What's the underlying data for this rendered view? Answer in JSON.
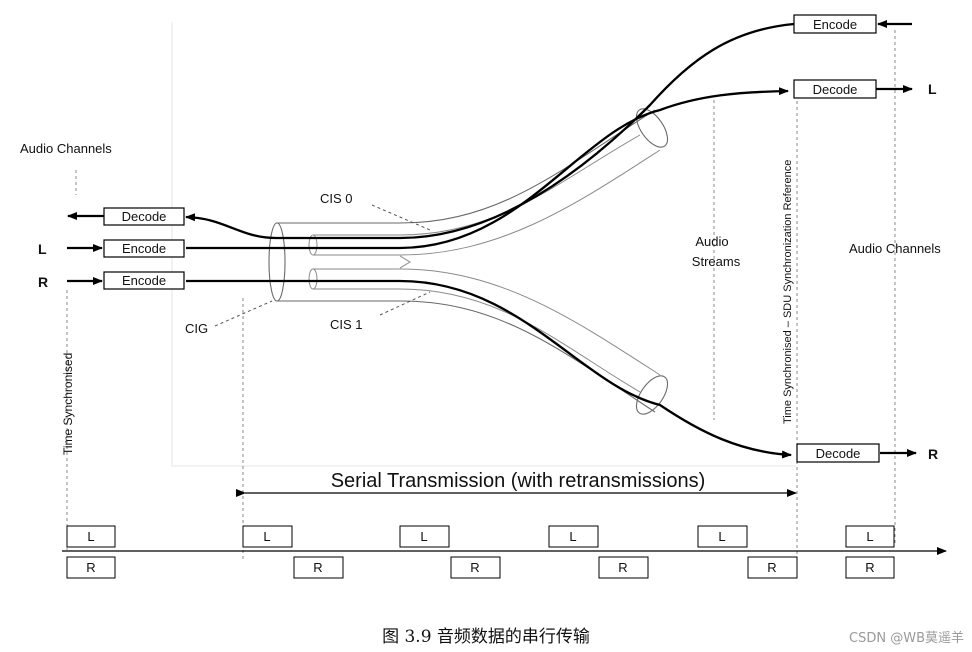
{
  "labels": {
    "audio_channels_left": "Audio Channels",
    "audio_channels_right": "Audio Channels",
    "time_synchronised": "Time Synchronised",
    "sdu_reference": "Time Synchronised – SDU Synchronization Reference",
    "audio_streams_line1": "Audio",
    "audio_streams_line2": "Streams",
    "cis0": "CIS 0",
    "cis1": "CIS 1",
    "cig": "CIG",
    "serial_transmission": "Serial Transmission (with retransmissions)"
  },
  "boxes": {
    "left_decode": "Decode",
    "left_encode_l": "Encode",
    "left_encode_r": "Encode",
    "right_encode": "Encode",
    "right_decode_l": "Decode",
    "right_decode_r": "Decode"
  },
  "channels": {
    "left": "L",
    "right": "R"
  },
  "timeline": {
    "slots_top": [
      "L",
      "L",
      "L",
      "L",
      "L",
      "L"
    ],
    "slots_bottom": [
      "R",
      "R",
      "R",
      "R",
      "R",
      "R"
    ]
  },
  "caption": "图 3.9 音频数据的串行传输",
  "watermark": "CSDN @WB莫遥羊"
}
